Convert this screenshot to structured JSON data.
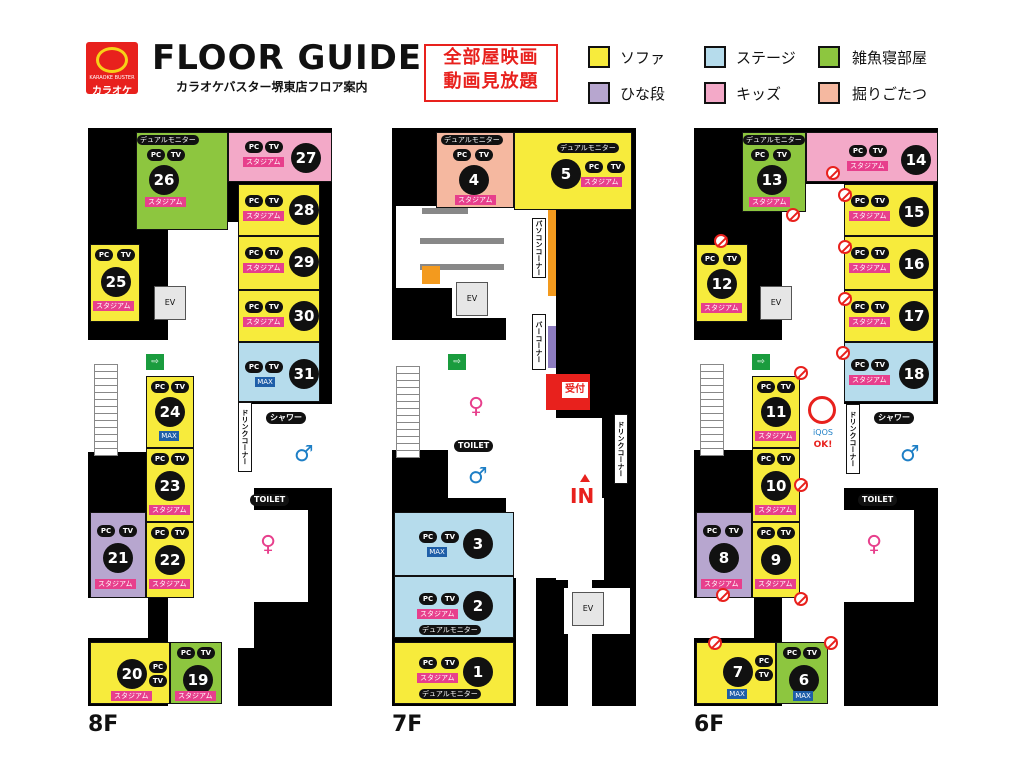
{
  "header": {
    "logo_brand": "KARAOKE BUSTER",
    "logo_kana": "カラオケ",
    "title": "FLOOR GUIDE",
    "subtitle": "カラオケバスター堺東店フロア案内",
    "promo_line1": "全部屋映画",
    "promo_line2": "動画見放題"
  },
  "legend": [
    {
      "label": "ソファ",
      "color": "#f7eb3c"
    },
    {
      "label": "ステージ",
      "color": "#b6dcec"
    },
    {
      "label": "雑魚寝部屋",
      "color": "#8dc63f"
    },
    {
      "label": "ひな段",
      "color": "#b7a6cf"
    },
    {
      "label": "キッズ",
      "color": "#f3a9c8"
    },
    {
      "label": "掘りごたつ",
      "color": "#f5b8a0"
    }
  ],
  "colors": {
    "sofa": "#f7eb3c",
    "stage": "#b6dcec",
    "zako": "#8dc63f",
    "hina": "#b7a6cf",
    "kids": "#f3a9c8",
    "hori": "#f5b8a0",
    "red": "#e8211d",
    "pink": "#e73f8c",
    "blue": "#1e5ea8"
  },
  "common": {
    "pc": "PC",
    "tv": "TV",
    "stadium": "スタジアム",
    "max": "MAX",
    "dual": "デュアルモニター",
    "ev": "EV",
    "toilet": "TOILET",
    "shower": "シャワー",
    "drink": "ドリンクコーナー",
    "exit": "⇨"
  },
  "floors": {
    "f8": {
      "label": "8F",
      "rooms": {
        "r26": "26",
        "r27": "27",
        "r28": "28",
        "r29": "29",
        "r30": "30",
        "r31": "31",
        "r25": "25",
        "r24": "24",
        "r23": "23",
        "r21": "21",
        "r22": "22",
        "r20": "20",
        "r19": "19"
      }
    },
    "f7": {
      "label": "7F",
      "rooms": {
        "r4": "4",
        "r5": "5",
        "r3": "3",
        "r2": "2",
        "r1": "1"
      },
      "pc_corner": "パソコンコーナー",
      "bar_corner": "バーコーナー",
      "reception": "受付",
      "entrance": "IN"
    },
    "f6": {
      "label": "6F",
      "rooms": {
        "r13": "13",
        "r14": "14",
        "r15": "15",
        "r16": "16",
        "r17": "17",
        "r18": "18",
        "r12": "12",
        "r11": "11",
        "r10": "10",
        "r8": "8",
        "r9": "9",
        "r7": "7",
        "r6": "6"
      },
      "iqos": "iQOS",
      "ok": "OK!"
    }
  }
}
